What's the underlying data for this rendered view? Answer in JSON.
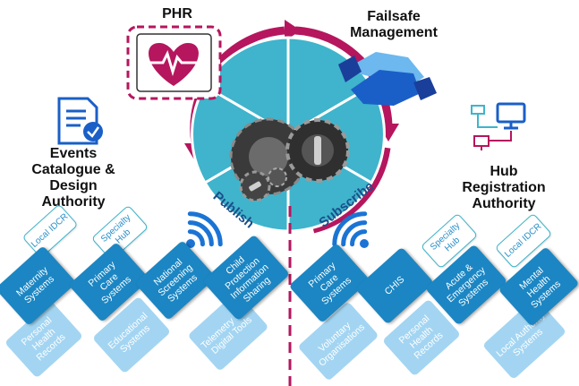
{
  "titles": {
    "phr": "PHR",
    "failsafe": "Failsafe\nManagement",
    "events": "Events\nCatalogue &\nDesign\nAuthority",
    "hub": "Hub\nRegistration\nAuthority"
  },
  "ring_labels": {
    "publish": "Publish",
    "subscribe": "Subscribe"
  },
  "tiles": {
    "left_outline": [
      "Local IDCR",
      "Specialty\nHub"
    ],
    "left_dark": [
      "Maternity\nSystems",
      "Primary\nCare\nSystems",
      "National\nScreening\nSystems",
      "Child\nProtection\nInformation\nSharing"
    ],
    "left_light": [
      "Personal\nHealth\nRecords",
      "Educational\nSystems",
      "Telemetry and\nDigital Tools"
    ],
    "right_outline": [
      "Specialty\nHub",
      "Local IDCR"
    ],
    "right_dark": [
      "Primary\nCare\nSystems",
      "CHIS",
      "Acute &\nEmergency\nSystems",
      "Mental\nHealth\nSystems"
    ],
    "right_light": [
      "Voluntary\nOrganisations",
      "Personal\nHealth\nRecords",
      "Local Authority\nSystems"
    ]
  },
  "colors": {
    "ring": "#3fb4cc",
    "arrow": "#b5165e",
    "gear": "#3a3a3a",
    "dark_tile": "#1b86c3",
    "light_tile": "#9fd3f2",
    "wifi": "#1b74d4"
  },
  "icons": [
    "heart-monitor-icon",
    "handshake-icon",
    "document-check-icon",
    "network-computers-icon",
    "gears-icon",
    "wifi-icon"
  ]
}
